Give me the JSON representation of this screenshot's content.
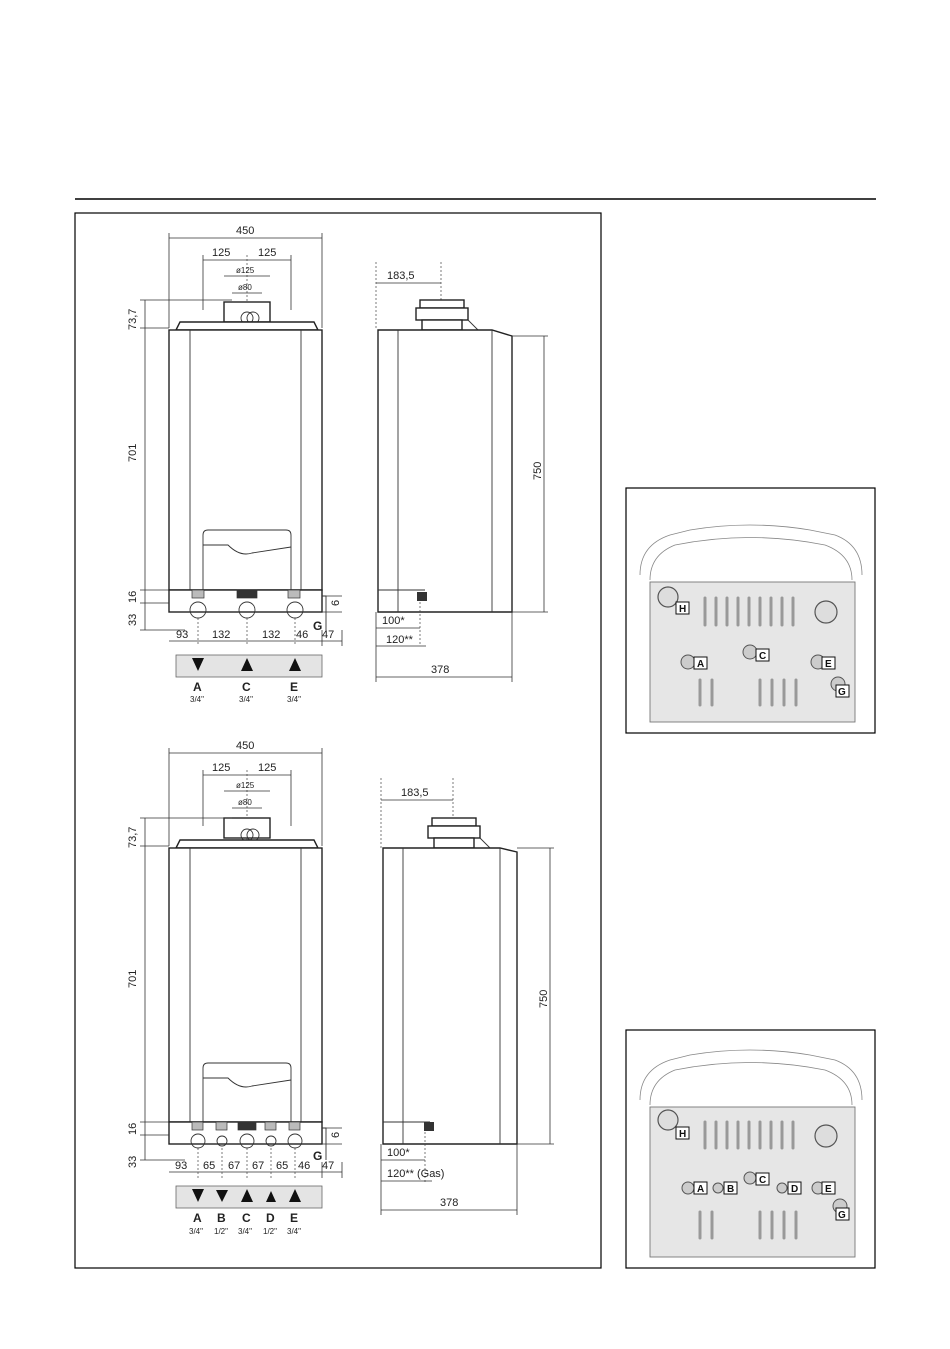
{
  "front_top": {
    "width": "450",
    "half_left": "125",
    "half_right": "125",
    "flue_outer": "ø125",
    "flue_inner": "ø80",
    "top_height": "73,7",
    "body_height": "701",
    "base_height": "16",
    "bottom_height": "33",
    "offset_right": "6",
    "g_label": "G",
    "spacings": [
      "93",
      "132",
      "132",
      "46",
      "47"
    ],
    "connections": [
      {
        "letter": "A",
        "size": "3/4\"",
        "dir": "down"
      },
      {
        "letter": "C",
        "size": "3/4\"",
        "dir": "up"
      },
      {
        "letter": "E",
        "size": "3/4\"",
        "dir": "up"
      }
    ]
  },
  "side_top": {
    "flue_offset": "183,5",
    "height": "750",
    "d1": "100*",
    "d2": "120**",
    "depth": "378"
  },
  "front_bottom": {
    "width": "450",
    "half_left": "125",
    "half_right": "125",
    "flue_outer": "ø125",
    "flue_inner": "ø80",
    "top_height": "73,7",
    "body_height": "701",
    "base_height": "16",
    "bottom_height": "33",
    "offset_right": "6",
    "g_label": "G",
    "spacings": [
      "93",
      "65",
      "67",
      "67",
      "65",
      "46",
      "47"
    ],
    "connections": [
      {
        "letter": "A",
        "size": "3/4\"",
        "dir": "down"
      },
      {
        "letter": "B",
        "size": "1/2\"",
        "dir": "down"
      },
      {
        "letter": "C",
        "size": "3/4\"",
        "dir": "up"
      },
      {
        "letter": "D",
        "size": "1/2\"",
        "dir": "up"
      },
      {
        "letter": "E",
        "size": "3/4\"",
        "dir": "up"
      }
    ]
  },
  "side_bottom": {
    "flue_offset": "183,5",
    "height": "750",
    "d1": "100*",
    "d2": "120** (Gas)",
    "depth": "378"
  },
  "photo_top": {
    "labels": [
      "H",
      "A",
      "C",
      "E",
      "G"
    ]
  },
  "photo_bottom": {
    "labels": [
      "H",
      "A",
      "B",
      "C",
      "D",
      "E",
      "G"
    ]
  }
}
